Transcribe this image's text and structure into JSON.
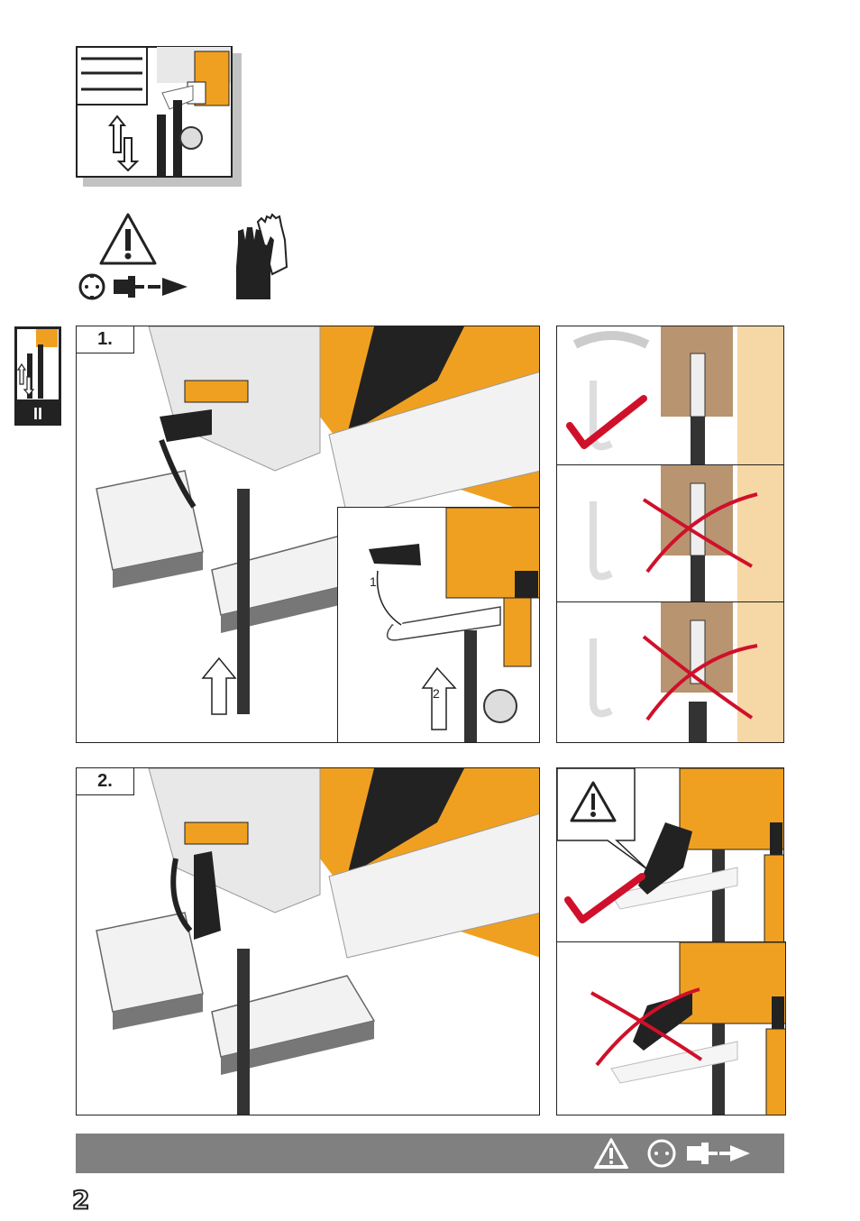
{
  "page": {
    "number": "2"
  },
  "side_tab": {
    "label": "II"
  },
  "steps": [
    {
      "label": "1.",
      "inset_callouts": [
        "1",
        "2"
      ]
    },
    {
      "label": "2."
    }
  ],
  "icons": {
    "warning": "warning-triangle-icon",
    "unplug": "unplug-before-work-icon",
    "gloves": "protective-gloves-icon",
    "correct": "checkmark-icon",
    "wrong": "cross-icon",
    "arrow_up": "arrow-up-icon"
  },
  "colors": {
    "tool_orange": "#f0a020",
    "footer_bar": "#808080",
    "mark_red": "#d0102a",
    "frame": "#222222"
  }
}
